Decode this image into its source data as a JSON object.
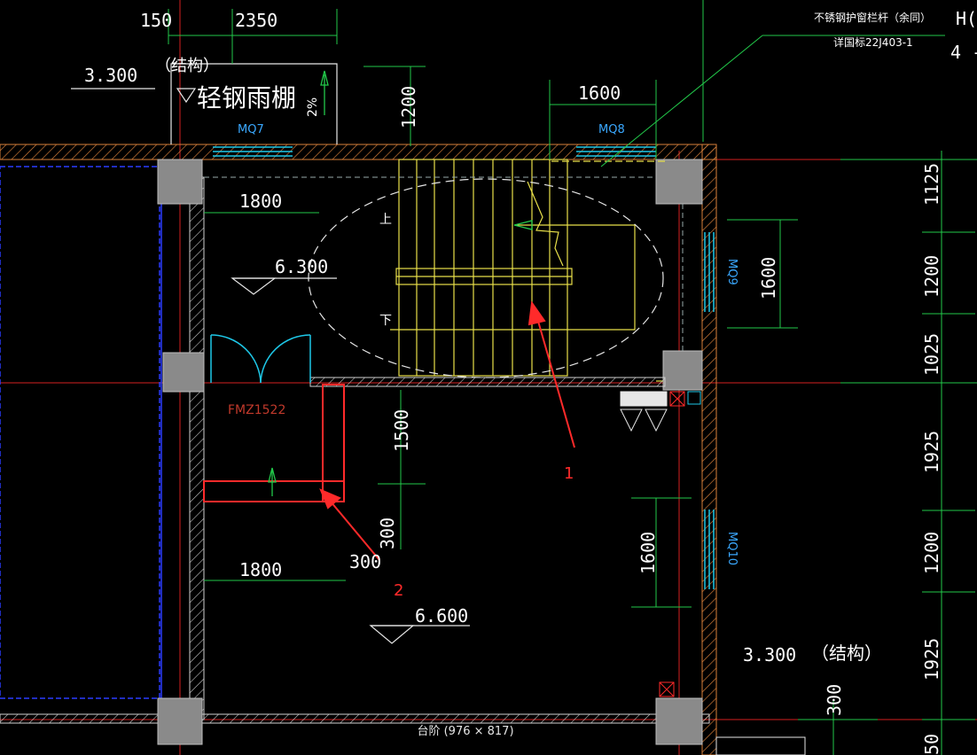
{
  "title_block": {
    "railing_note": "不锈钢护窗栏杆（余同）",
    "detail_ref": "详国标22J403-1",
    "corner_mark_1": "H(",
    "corner_mark_2": "4 -"
  },
  "dimensions": {
    "top_150": "150",
    "top_2350": "2350",
    "top_1200": "1200",
    "top_1600": "1600",
    "left_1800_top": "1800",
    "left_1800_bottom": "1800",
    "right_1600_upper": "1600",
    "right_1600_lower": "1600",
    "mid_1500": "1500",
    "mid_300_v": "300",
    "mid_300_h": "300",
    "right_1125": "1125",
    "right_1200_a": "1200",
    "right_1025": "1025",
    "right_1925_a": "1925",
    "right_1200_b": "1200",
    "right_1925_b": "1925",
    "right_300": "300",
    "right_50": "50"
  },
  "elevations": {
    "canopy_level": "3.300",
    "canopy_note": "（结构）",
    "landing_level": "6.300",
    "floor_level": "6.600",
    "right_level": "3.300",
    "right_note": "（结构）"
  },
  "labels": {
    "canopy": "轻钢雨棚",
    "slope": "2%",
    "stair_up": "上",
    "stair_down": "下",
    "mq7": "MQ7",
    "mq8": "MQ8",
    "mq9": "MQ9",
    "mq10": "MQ10",
    "door": "FMZ1522"
  },
  "annotations": {
    "marker_1": "1",
    "marker_2": "2"
  },
  "status": {
    "hover_text": "台阶 (976 × 817)"
  },
  "colors": {
    "background": "#000000",
    "grid_line": "#d42020",
    "dimension": "#22c94a",
    "wall_hatch": "#d8803a",
    "stair": "#e8e04a",
    "column": "#8a8a8a",
    "annotation": "#ff2a2a",
    "curtain_wall": "#1ec8e8"
  }
}
